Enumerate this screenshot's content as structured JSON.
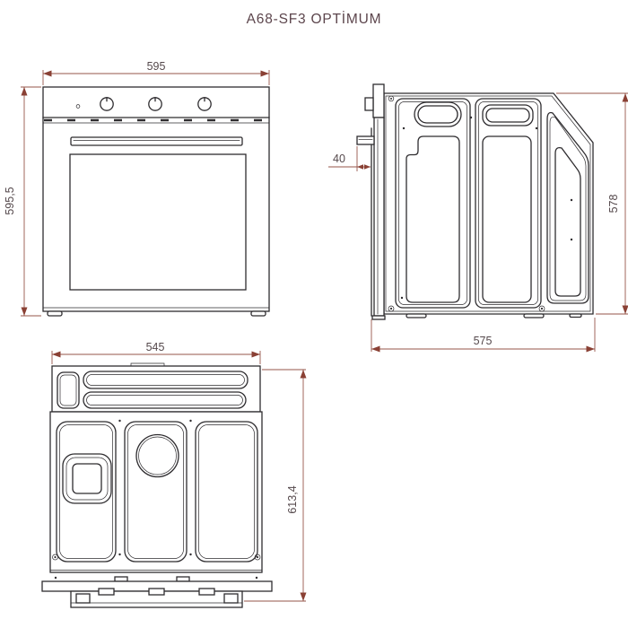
{
  "title": "A68-SF3 OPTİMUM",
  "colors": {
    "background": "#ffffff",
    "drawing_line": "#2e2c2f",
    "dimension_line": "#96564a",
    "dimension_arrow": "#8a4034",
    "dimension_text": "#55494c",
    "title_text": "#5c454c"
  },
  "views": {
    "front": {
      "name": "front-view",
      "dim_width": "595",
      "dim_height": "595,5",
      "knob_count": 3
    },
    "side": {
      "name": "side-view",
      "dim_handle_depth": "40",
      "dim_height": "578",
      "dim_depth": "575"
    },
    "top": {
      "name": "top-view",
      "dim_width": "545",
      "dim_total_depth": "613,4"
    }
  }
}
